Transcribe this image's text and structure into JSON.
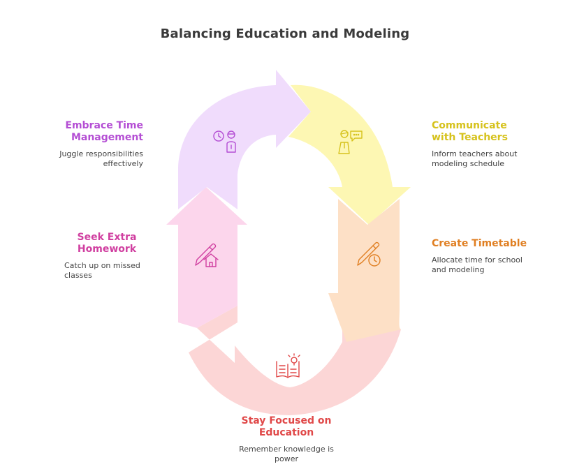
{
  "title": "Balancing Education and Modeling",
  "steps": [
    {
      "title": "Embrace Time Management",
      "title_lines": [
        "Embrace Time",
        "Management"
      ],
      "desc_lines": [
        "Juggle responsibilities",
        "effectively"
      ],
      "color": "#b44ed4",
      "fill": "#f0dcfc",
      "icon": "clock-person-icon"
    },
    {
      "title": "Communicate with Teachers",
      "title_lines": [
        "Communicate",
        "with Teachers"
      ],
      "desc_lines": [
        "Inform teachers about",
        "modeling schedule"
      ],
      "color": "#d6c21c",
      "fill": "#fdf7b3",
      "icon": "teacher-speech-icon"
    },
    {
      "title": "Create Timetable",
      "title_lines": [
        "Create Timetable"
      ],
      "desc_lines": [
        "Allocate time for school",
        "and modeling"
      ],
      "color": "#e07f22",
      "fill": "#fde0c6",
      "icon": "pencil-clock-icon"
    },
    {
      "title": "Stay Focused on Education",
      "title_lines": [
        "Stay Focused on",
        "Education"
      ],
      "desc_lines": [
        "Remember knowledge is",
        "power"
      ],
      "color": "#e04848",
      "fill": "#fcd6d6",
      "icon": "book-lightbulb-icon"
    },
    {
      "title": "Seek Extra Homework",
      "title_lines": [
        "Seek Extra",
        "Homework"
      ],
      "desc_lines": [
        "Catch up on missed",
        "classes"
      ],
      "color": "#d03fa0",
      "fill": "#fcd6ec",
      "icon": "pencil-house-icon"
    }
  ]
}
